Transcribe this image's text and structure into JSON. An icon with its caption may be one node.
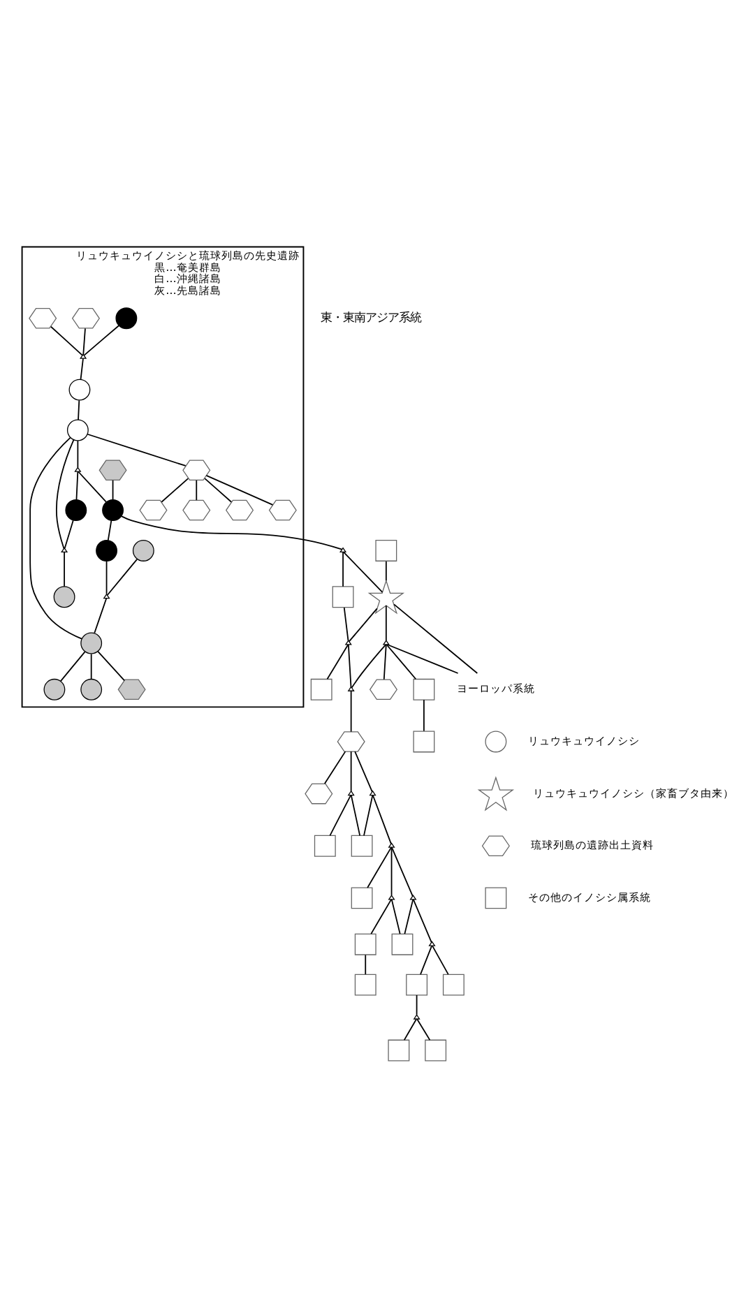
{
  "diagram": {
    "nodes": [
      {
        "text": [
          "リュウキュウイノシシと琉球列島の先史遺跡",
          "黒…奄美群島",
          "白…沖縄諸島",
          "灰…先島諸島"
        ]
      },
      {
        "text": [],
        "shape": "circle",
        "in": 0
      },
      {
        "text": [],
        "shape": "hexagon",
        "in": 0
      },
      {
        "text": [],
        "shape": "hexagon",
        "in": 0
      },
      {
        "text": [],
        "shape": "triangle",
        "in": 0
      },
      {
        "text": [],
        "shape": "circle",
        "in": 0
      },
      {
        "text": [],
        "shape": "circle",
        "in": 0
      },
      {
        "text": [],
        "shape": "hexagon",
        "in": 0
      },
      {
        "text": [],
        "shape": "hexagon",
        "in": 0
      },
      {
        "text": [],
        "shape": "hexagon",
        "in": 0
      },
      {
        "text": [],
        "shape": "hexagon",
        "in": 0
      },
      {
        "text": [],
        "shape": "hexagon",
        "in": 0
      },
      {
        "text": [],
        "shape": "triangle",
        "in": 0
      },
      {
        "text": [],
        "shape": "triangle",
        "in": 0
      },
      {
        "text": [],
        "shape": "circle",
        "in": 0
      },
      {
        "text": [],
        "shape": "circle",
        "in": 0
      },
      {
        "text": [],
        "shape": "circle",
        "in": 0
      },
      {
        "text": [],
        "shape": "circle",
        "in": 0
      },
      {
        "text": [],
        "shape": "circle",
        "in": 0
      },
      {
        "text": [],
        "shape": "circle",
        "in": 0
      },
      {
        "text": [],
        "shape": "hexagon",
        "in": 0
      },
      {
        "text": [],
        "shape": "circle",
        "in": 0
      },
      {
        "text": [],
        "shape": "circle",
        "in": 0
      },
      {
        "text": [],
        "shape": "triangle",
        "in": 0
      },
      {
        "text": [],
        "shape": "hexagon",
        "in": 0
      },
      {
        "text": [],
        "shape": "triangle"
      },
      {
        "text": [],
        "shape": "box"
      },
      {
        "text": [],
        "shape": "box"
      },
      {
        "text": [],
        "shape": "star"
      },
      {
        "text": [],
        "shape": "triangle"
      },
      {
        "text": [],
        "shape": "box"
      },
      {
        "text": [],
        "shape": "triangle"
      },
      {
        "text": [],
        "shape": "triangle"
      },
      {
        "text": [],
        "shape": "hexagon"
      },
      {
        "text": [],
        "shape": "hexagon"
      },
      {
        "text": [],
        "shape": "box"
      },
      {
        "text": [],
        "shape": "triangle"
      },
      {
        "text": [],
        "shape": "triangle"
      },
      {
        "text": [],
        "shape": "box"
      },
      {
        "text": [],
        "shape": "hexagon"
      },
      {
        "text": [],
        "shape": "box"
      },
      {
        "text": [],
        "shape": "box"
      },
      {
        "text": [],
        "shape": "triangle"
      },
      {
        "text": [],
        "shape": "box"
      },
      {
        "text": [],
        "shape": "triangle"
      },
      {
        "text": [],
        "shape": "triangle"
      },
      {
        "text": [],
        "shape": "box"
      },
      {
        "text": [],
        "shape": "box"
      },
      {
        "text": [],
        "shape": "box"
      },
      {
        "text": [],
        "shape": "triangle"
      },
      {
        "text": [],
        "shape": "box"
      },
      {
        "text": [],
        "shape": "box"
      },
      {
        "text": [],
        "shape": "triangle"
      },
      {
        "text": [],
        "shape": "box"
      },
      {
        "text": [],
        "shape": "box"
      },
      {
        "text": [
          "ヨーロッパ系統"
        ]
      }
    ],
    "edges": [
      {
        "from": 1,
        "to": 4,
        "arrow": "none"
      },
      {
        "from": 2,
        "to": 4,
        "arrow": "none"
      },
      {
        "from": 3,
        "to": 4,
        "arrow": "none"
      },
      {
        "from": 4,
        "to": 5,
        "arrow": "none"
      },
      {
        "from": 5,
        "to": 6,
        "arrow": "none"
      },
      {
        "from": 6,
        "to": 7,
        "arrow": "none"
      },
      {
        "from": 7,
        "to": 8,
        "arrow": "none"
      },
      {
        "from": 7,
        "to": 9,
        "arrow": "none"
      },
      {
        "from": 7,
        "to": 10,
        "arrow": "none"
      },
      {
        "from": 7,
        "to": 11,
        "arrow": "none"
      },
      {
        "from": 6,
        "to": 12,
        "arrow": "none"
      },
      {
        "from": 6,
        "to": 13,
        "arrow": "none"
      },
      {
        "from": 6,
        "to": 16,
        "arrow": "none"
      },
      {
        "from": 12,
        "to": 14,
        "arrow": "none"
      },
      {
        "from": 12,
        "to": 21,
        "arrow": "none"
      },
      {
        "from": 14,
        "to": 13,
        "arrow": "none"
      },
      {
        "from": 13,
        "to": 19,
        "arrow": "none"
      },
      {
        "from": 15,
        "to": 23,
        "arrow": "none"
      },
      {
        "from": 21,
        "to": 22,
        "arrow": "none"
      },
      {
        "from": 22,
        "to": 23,
        "arrow": "none"
      },
      {
        "from": 23,
        "to": 16,
        "arrow": "none"
      },
      {
        "from": 16,
        "to": 17,
        "arrow": "none"
      },
      {
        "from": 16,
        "to": 18,
        "arrow": "none"
      },
      {
        "from": 16,
        "to": 24,
        "arrow": "none"
      },
      {
        "from": 20,
        "to": 21,
        "arrow": "none"
      },
      {
        "from": 21,
        "to": 25,
        "arrow": "none"
      },
      {
        "from": 25,
        "to": 27,
        "arrow": "none"
      },
      {
        "from": 25,
        "to": 28,
        "arrow": "none"
      },
      {
        "from": 26,
        "to": 28,
        "arrow": "none"
      },
      {
        "from": 27,
        "to": 29,
        "arrow": "none"
      },
      {
        "from": 28,
        "to": 29,
        "arrow": "none"
      },
      {
        "from": 29,
        "to": 30,
        "arrow": "none"
      },
      {
        "from": 29,
        "to": 32,
        "arrow": "none"
      },
      {
        "from": 28,
        "to": 31,
        "arrow": "none"
      },
      {
        "from": 31,
        "to": 32,
        "arrow": "none"
      },
      {
        "from": 32,
        "to": 33,
        "arrow": "none"
      },
      {
        "from": 33,
        "to": 34,
        "arrow": "none"
      },
      {
        "from": 33,
        "to": 36,
        "arrow": "none"
      },
      {
        "from": 36,
        "to": 35,
        "arrow": "none"
      },
      {
        "from": 36,
        "to": 38,
        "arrow": "none"
      },
      {
        "from": 33,
        "to": 37,
        "arrow": "none"
      },
      {
        "from": 37,
        "to": 38,
        "arrow": "none"
      },
      {
        "from": 37,
        "to": 42,
        "arrow": "none"
      },
      {
        "from": 31,
        "to": 39,
        "arrow": "none"
      },
      {
        "from": 31,
        "to": 40,
        "arrow": "none"
      },
      {
        "from": 40,
        "to": 41,
        "arrow": "none"
      },
      {
        "from": 28,
        "to": 55,
        "arrow": "none"
      },
      {
        "from": 31,
        "to": 55,
        "arrow": "none"
      },
      {
        "from": 42,
        "to": 43,
        "arrow": "none"
      },
      {
        "from": 42,
        "to": 44,
        "arrow": "none"
      },
      {
        "from": 42,
        "to": 45,
        "arrow": "none"
      },
      {
        "from": 44,
        "to": 46,
        "arrow": "none"
      },
      {
        "from": 45,
        "to": 46,
        "arrow": "none"
      },
      {
        "from": 44,
        "to": 47,
        "arrow": "none"
      },
      {
        "from": 47,
        "to": 48,
        "arrow": "none"
      },
      {
        "from": 45,
        "to": 49,
        "arrow": "none"
      },
      {
        "from": 49,
        "to": 50,
        "arrow": "none"
      },
      {
        "from": 49,
        "to": 51,
        "arrow": "none"
      },
      {
        "from": 50,
        "to": 52,
        "arrow": "none"
      },
      {
        "from": 52,
        "to": 53,
        "arrow": "none"
      },
      {
        "from": 52,
        "to": 54,
        "arrow": "none"
      }
    ],
    "labels": [
      "東・東南アジア系統"
    ],
    "legend": [
      {
        "text": "リュウキュウイノシシ"
      },
      {
        "text": "リュウキュウイノシシ（家畜ブタ由来）"
      },
      {
        "text": "琉球列島の遺跡出土資料"
      },
      {
        "text": "その他のイノシシ属系統"
      }
    ]
  }
}
